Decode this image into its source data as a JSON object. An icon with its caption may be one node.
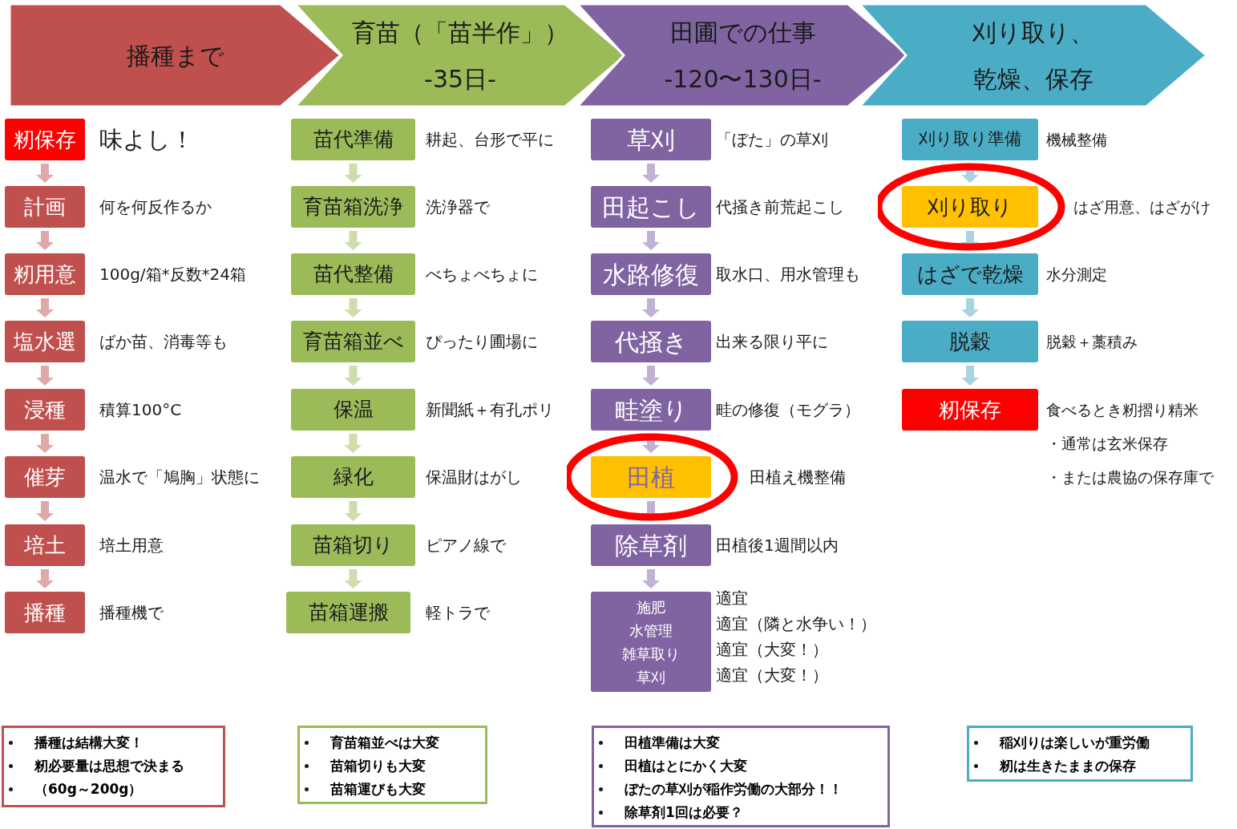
{
  "diagram": {
    "nodes": [
      {
        "text": [
          "播種まで"
        ]
      },
      {
        "text": [
          "育苗（「苗半作」）",
          "-35日-"
        ]
      },
      {
        "text": [
          "田圃での仕事",
          "-120〜130日-"
        ]
      },
      {
        "text": [
          "刈り取り、",
          "乾燥、保存"
        ]
      },
      {
        "text": [
          "籾保存"
        ],
        "beside": [
          "味よし！"
        ]
      },
      {
        "text": [
          "計画"
        ],
        "beside": [
          "何を何反作るか"
        ]
      },
      {
        "text": [
          "籾用意"
        ],
        "beside": [
          "100g/箱*反数*24箱"
        ]
      },
      {
        "text": [
          "塩水選"
        ],
        "beside": [
          "ばか苗、消毒等も"
        ]
      },
      {
        "text": [
          "浸種"
        ],
        "beside": [
          "積算100°C"
        ]
      },
      {
        "text": [
          "催芽"
        ],
        "beside": [
          "温水で「鳩胸」状態に"
        ]
      },
      {
        "text": [
          "培土"
        ],
        "beside": [
          "培土用意"
        ]
      },
      {
        "text": [
          "播種"
        ],
        "beside": [
          "播種機で"
        ]
      },
      {
        "text": [
          "苗代準備"
        ],
        "beside": [
          "耕起、台形で平に"
        ]
      },
      {
        "text": [
          "育苗箱洗浄"
        ],
        "beside": [
          "洗浄器で"
        ]
      },
      {
        "text": [
          "苗代整備"
        ],
        "beside": [
          "べちょべちょに"
        ]
      },
      {
        "text": [
          "育苗箱並べ"
        ],
        "beside": [
          "ぴったり圃場に"
        ]
      },
      {
        "text": [
          "保温"
        ],
        "beside": [
          "新聞紙＋有孔ポリ"
        ]
      },
      {
        "text": [
          "緑化"
        ],
        "beside": [
          "保温財はがし"
        ]
      },
      {
        "text": [
          "苗箱切り"
        ],
        "beside": [
          "ピアノ線で"
        ]
      },
      {
        "text": [
          "苗箱運搬"
        ],
        "beside": [
          "軽トラで"
        ]
      },
      {
        "text": [
          "草刈"
        ],
        "beside": [
          "「ぼた」の草刈"
        ]
      },
      {
        "text": [
          "田起こし"
        ],
        "beside": [
          "代掻き前荒起こし"
        ]
      },
      {
        "text": [
          "水路修復"
        ],
        "beside": [
          "取水口、用水管理も"
        ]
      },
      {
        "text": [
          "代掻き"
        ],
        "beside": [
          "出来る限り平に"
        ]
      },
      {
        "text": [
          "畦塗り"
        ],
        "beside": [
          "畦の修復（モグラ）"
        ]
      },
      {
        "text": [
          "田植"
        ],
        "beside": [
          "田植え機整備"
        ]
      },
      {
        "text": [
          "除草剤"
        ],
        "beside": [
          "田植後1週間以内"
        ]
      },
      {
        "text": [
          "施肥",
          "水管理",
          "雑草取り",
          "草刈"
        ],
        "beside": [
          "適宜",
          "適宜（隣と水争い！）",
          "適宜（大変！）",
          "適宜（大変！）"
        ]
      },
      {
        "text": [
          "刈り取り準備"
        ],
        "beside": [
          "機械整備"
        ]
      },
      {
        "text": [
          "刈り取り"
        ],
        "beside": [
          "はざ用意、はざがけ"
        ]
      },
      {
        "text": [
          "はざで乾燥"
        ],
        "beside": [
          "水分測定"
        ]
      },
      {
        "text": [
          "脱穀"
        ],
        "beside": [
          "脱穀＋藁積み"
        ]
      },
      {
        "text": [
          "籾保存"
        ],
        "beside": [
          "食べるとき籾摺り精米",
          "・通常は玄米保存",
          "・または農協の保存庫で"
        ]
      },
      {
        "text": [
          "播種は結構大変！",
          "籾必要量は思想で決まる",
          "（60g～200g）"
        ]
      },
      {
        "text": [
          "育苗箱並べは大変",
          "苗箱切りも大変",
          "苗箱運びも大変"
        ]
      },
      {
        "text": [
          "田植準備は大変",
          "田植はとにかく大変",
          "ぼたの草刈が稲作労働の大部分！！",
          "除草剤1回は必要？"
        ]
      },
      {
        "text": [
          "稲刈りは楽しいが重労働",
          "籾は生きたままの保存"
        ]
      }
    ],
    "edges": [
      {
        "from": 4,
        "to": 5,
        "arrow": "to",
        "color": "#dfa9a8"
      },
      {
        "from": 5,
        "to": 6,
        "arrow": "to",
        "color": "#dfa9a8"
      },
      {
        "from": 6,
        "to": 7,
        "arrow": "to",
        "color": "#dfa9a8"
      },
      {
        "from": 7,
        "to": 8,
        "arrow": "to",
        "color": "#dfa9a8"
      },
      {
        "from": 8,
        "to": 9,
        "arrow": "to",
        "color": "#dfa9a8"
      },
      {
        "from": 9,
        "to": 10,
        "arrow": "to",
        "color": "#dfa9a8"
      },
      {
        "from": 10,
        "to": 11,
        "arrow": "to",
        "color": "#dfa9a8"
      },
      {
        "from": 12,
        "to": 13,
        "arrow": "to",
        "color": "#cfdcab"
      },
      {
        "from": 13,
        "to": 14,
        "arrow": "to",
        "color": "#cfdcab"
      },
      {
        "from": 14,
        "to": 15,
        "arrow": "to",
        "color": "#cfdcab"
      },
      {
        "from": 15,
        "to": 16,
        "arrow": "to",
        "color": "#cfdcab"
      },
      {
        "from": 16,
        "to": 17,
        "arrow": "to",
        "color": "#cfdcab"
      },
      {
        "from": 17,
        "to": 18,
        "arrow": "to",
        "color": "#cfdcab"
      },
      {
        "from": 18,
        "to": 19,
        "arrow": "to",
        "color": "#cfdcab"
      },
      {
        "from": 20,
        "to": 21,
        "arrow": "to",
        "color": "#bfb2d2"
      },
      {
        "from": 21,
        "to": 22,
        "arrow": "to",
        "color": "#bfb2d2"
      },
      {
        "from": 22,
        "to": 23,
        "arrow": "to",
        "color": "#bfb2d2"
      },
      {
        "from": 23,
        "to": 24,
        "arrow": "to",
        "color": "#bfb2d2"
      },
      {
        "from": 24,
        "to": 25,
        "arrow": "to",
        "color": "#bfb2d2"
      },
      {
        "from": 25,
        "to": 26,
        "arrow": "to",
        "color": "#bfb2d2"
      },
      {
        "from": 26,
        "to": 27,
        "arrow": "to",
        "color": "#bfb2d2"
      },
      {
        "from": 28,
        "to": 29,
        "arrow": "to",
        "color": "#a9d3e0"
      },
      {
        "from": 29,
        "to": 30,
        "arrow": "to",
        "color": "#a9d3e0"
      },
      {
        "from": 30,
        "to": 31,
        "arrow": "to",
        "color": "#a9d3e0"
      },
      {
        "from": 31,
        "to": 32,
        "arrow": "to",
        "color": "#a9d3e0"
      }
    ]
  }
}
